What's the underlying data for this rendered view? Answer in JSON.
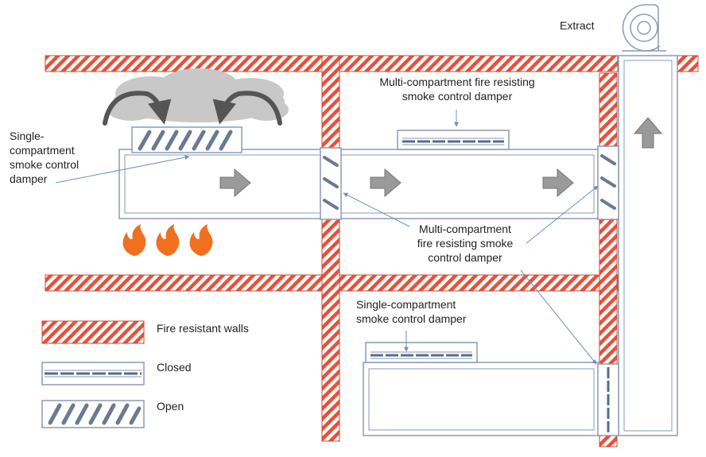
{
  "labels": {
    "extract": "Extract",
    "multi_top": "Multi-compartment fire resisting\nsmoke control damper",
    "single_left": "Single-\ncompartment\nsmoke control\ndamper",
    "multi_mid": "Multi-compartment\nfire resisting smoke\ncontrol damper",
    "single_bottom": "Single-compartment\nsmoke control damper"
  },
  "legend": {
    "walls": "Fire resistant walls",
    "closed": "Closed",
    "open": "Open"
  },
  "colors": {
    "wall_stripe": "#e8503a",
    "duct": "#8a9ab5",
    "smoke": "#c8c8c8",
    "flame": "#f07020",
    "arrow": "#9a9a9a",
    "pointer": "#6f8fc0"
  },
  "icons": [
    "fan-icon",
    "flame-icon",
    "airflow-arrow-icon",
    "smoke-cloud-icon"
  ]
}
